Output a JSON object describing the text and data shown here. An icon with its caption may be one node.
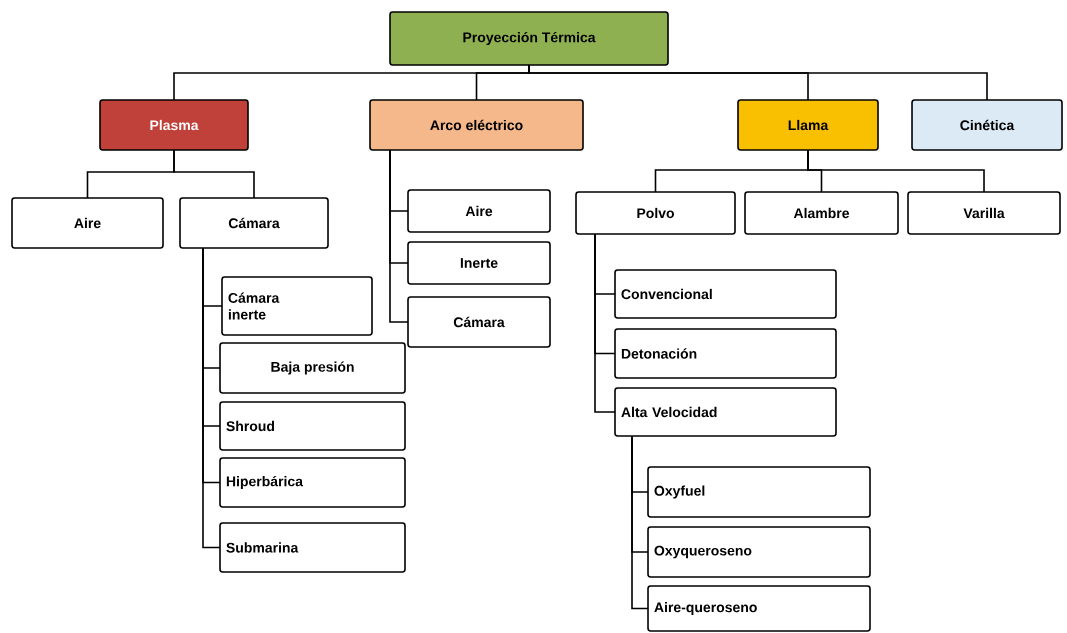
{
  "diagram": {
    "nodes": [
      {
        "text": [
          "Proyección Térmica"
        ]
      },
      {
        "text": [
          "Plasma"
        ]
      },
      {
        "text": [
          "Arco eléctrico"
        ]
      },
      {
        "text": [
          "Llama"
        ]
      },
      {
        "text": [
          "Cinética"
        ]
      },
      {
        "text": [
          "Aire"
        ]
      },
      {
        "text": [
          "Cámara"
        ]
      },
      {
        "text": [
          "Aire"
        ]
      },
      {
        "text": [
          "Inerte"
        ]
      },
      {
        "text": [
          "Cámara"
        ]
      },
      {
        "text": [
          "Polvo"
        ]
      },
      {
        "text": [
          "Alambre"
        ]
      },
      {
        "text": [
          "Varilla"
        ]
      },
      {
        "text": [
          "Cámara inerte"
        ]
      },
      {
        "text": [
          "Baja presión"
        ]
      },
      {
        "text": [
          "Shroud"
        ]
      },
      {
        "text": [
          "Hiperbárica"
        ]
      },
      {
        "text": [
          "Submarina"
        ]
      },
      {
        "text": [
          "Convencional"
        ]
      },
      {
        "text": [
          "Detonación"
        ]
      },
      {
        "text": [
          "Alta Velocidad"
        ]
      },
      {
        "text": [
          "Oxyfuel"
        ]
      },
      {
        "text": [
          "Oxyqueroseno"
        ]
      },
      {
        "text": [
          "Aire-queroseno"
        ]
      }
    ],
    "edges": [
      {
        "from": 0,
        "to": 1,
        "arrow": "none"
      },
      {
        "from": 0,
        "to": 2,
        "arrow": "none"
      },
      {
        "from": 0,
        "to": 3,
        "arrow": "none"
      },
      {
        "from": 0,
        "to": 4,
        "arrow": "none"
      },
      {
        "from": 1,
        "to": 5,
        "arrow": "none"
      },
      {
        "from": 1,
        "to": 6,
        "arrow": "none"
      },
      {
        "from": 2,
        "to": 7,
        "arrow": "none"
      },
      {
        "from": 2,
        "to": 8,
        "arrow": "none"
      },
      {
        "from": 2,
        "to": 9,
        "arrow": "none"
      },
      {
        "from": 3,
        "to": 10,
        "arrow": "none"
      },
      {
        "from": 3,
        "to": 11,
        "arrow": "none"
      },
      {
        "from": 3,
        "to": 12,
        "arrow": "none"
      },
      {
        "from": 6,
        "to": 13,
        "arrow": "none"
      },
      {
        "from": 6,
        "to": 14,
        "arrow": "none"
      },
      {
        "from": 6,
        "to": 15,
        "arrow": "none"
      },
      {
        "from": 6,
        "to": 16,
        "arrow": "none"
      },
      {
        "from": 6,
        "to": 17,
        "arrow": "none"
      },
      {
        "from": 10,
        "to": 18,
        "arrow": "none"
      },
      {
        "from": 10,
        "to": 19,
        "arrow": "none"
      },
      {
        "from": 10,
        "to": 20,
        "arrow": "none"
      },
      {
        "from": 20,
        "to": 21,
        "arrow": "none"
      },
      {
        "from": 20,
        "to": 22,
        "arrow": "none"
      },
      {
        "from": 20,
        "to": 23,
        "arrow": "none"
      }
    ]
  }
}
